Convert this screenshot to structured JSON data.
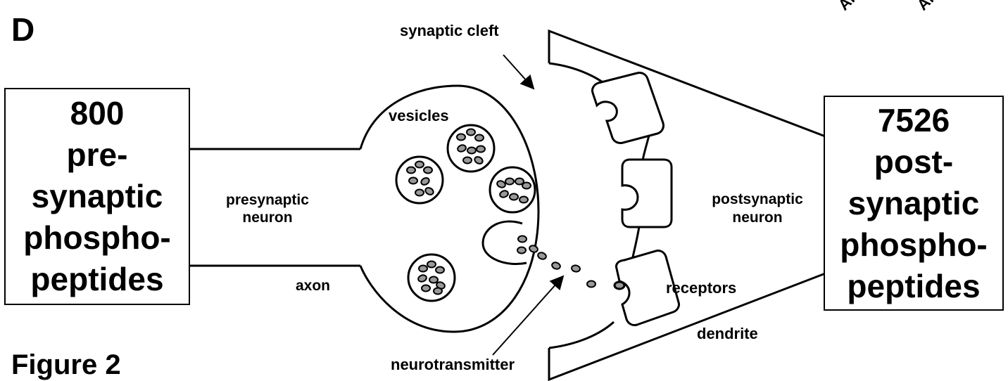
{
  "panel_letter": "D",
  "figure_label": "Figure 2",
  "corner_fragment_left": "Ar",
  "corner_fragment_right": "Ar",
  "left_box": {
    "lines": [
      "800",
      "pre-",
      "synaptic",
      "phospho-",
      "peptides"
    ]
  },
  "right_box": {
    "lines": [
      "7526",
      "post-",
      "synaptic",
      "phospho-",
      "peptides"
    ]
  },
  "labels": {
    "synaptic_cleft": "synaptic cleft",
    "vesicles": "vesicles",
    "presynaptic_neuron_line1": "presynaptic",
    "presynaptic_neuron_line2": "neuron",
    "axon": "axon",
    "postsynaptic_neuron_line1": "postsynaptic",
    "postsynaptic_neuron_line2": "neuron",
    "receptors": "receptors",
    "dendrite": "dendrite",
    "neurotransmitter": "neurotransmitter"
  }
}
